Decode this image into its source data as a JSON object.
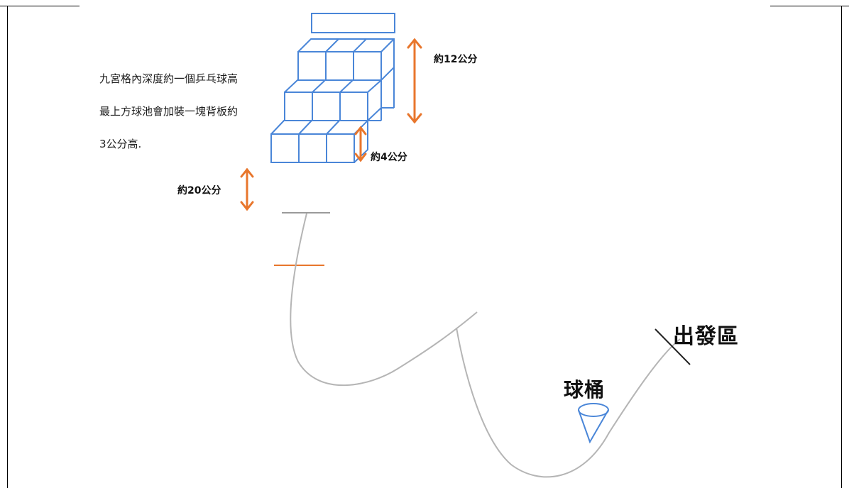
{
  "note": {
    "lines": [
      "九宮格內深度約一個乒乓球高",
      "最上方球池會加裝一塊背板約",
      "3公分高."
    ]
  },
  "labels": {
    "height_12": "約12公分",
    "height_4": "約4公分",
    "distance_20": "約20公分",
    "bucket": "球桶",
    "start_zone": "出發區"
  },
  "colors": {
    "grid": "#4a86d8",
    "arrow": "#e8762c",
    "track": "#b8b8b8",
    "text": "#111111"
  }
}
